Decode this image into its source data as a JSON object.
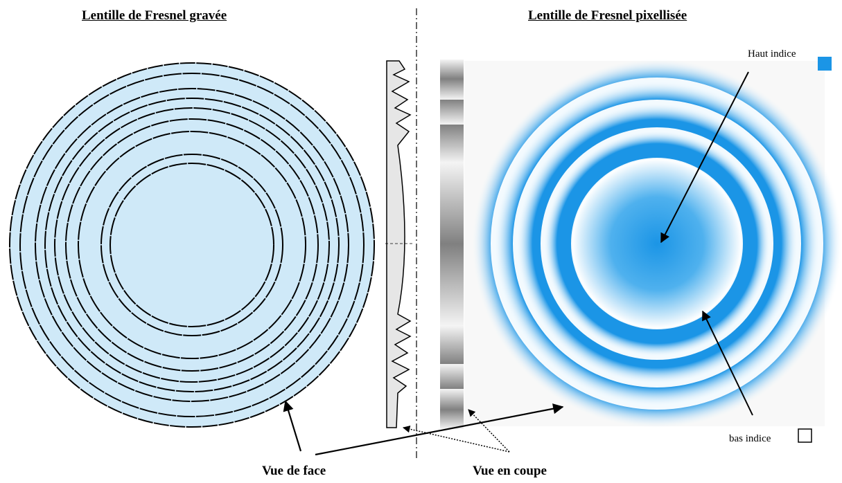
{
  "titles": {
    "left": "Lentille de Fresnel gravée",
    "right": "Lentille de Fresnel pixellisée"
  },
  "captions": {
    "front": "Vue de face",
    "section": "Vue en coupe"
  },
  "legend": {
    "high": "Haut indice",
    "low": "bas indice"
  },
  "colors": {
    "etched_fill": "#cfe9f8",
    "high_index": "#1b95e6",
    "low_index": "#ffffff",
    "section_fill": "#e6e6e6"
  }
}
